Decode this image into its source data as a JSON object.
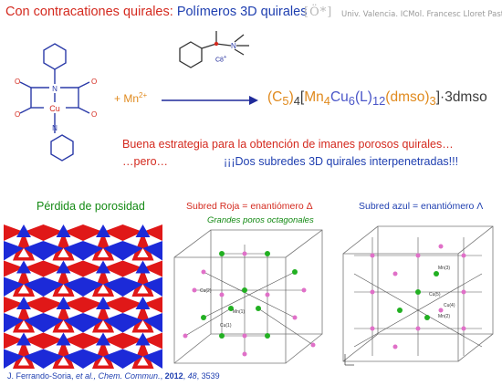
{
  "title": {
    "part1": "Con contracationes quirales: ",
    "part2": "Polímeros 3D quirales"
  },
  "logo_text": "[Ö*]",
  "institution": "Univ. Valencia. ICMol. Francesc Lloret Pastor",
  "reaction": {
    "plus_mn": "+ Mn",
    "mn_charge": "2+",
    "cation_label": "C8",
    "cation_charge": "+",
    "cu_label": "Cu",
    "n_label": "N",
    "o_label": "O",
    "formula": {
      "open1": "(",
      "c": "C",
      "c_sub": "5",
      "close1": ")",
      "sub4": "4",
      "bracket_open": "[",
      "mn": "Mn",
      "mn_sub": "4",
      "cu": "Cu",
      "cu_sub": "6",
      "l_open": "(L)",
      "l_sub": "12",
      "dmso_open": "(dmso)",
      "dmso_sub": "3",
      "bracket_close": "]",
      "tail": "·3dmso"
    }
  },
  "strategy_text": "Buena estrategia para la obtención de imanes porosos quirales…",
  "pero_text": "…pero…",
  "double_text": "¡¡¡Dos subredes 3D quirales interpenetradas!!!",
  "panels": {
    "left_label": "Pérdida de porosidad",
    "mid_label": "Subred Roja = enantiómero  Δ",
    "mid_sublabel": "Grandes poros octagonales",
    "right_label": "Subred azul = enantiómero Λ",
    "mid_atoms": [
      "Cu(2)",
      "Mn(1)",
      "Cu(1)"
    ],
    "right_atoms": [
      "Mn(3)",
      "Cu(5)",
      "Cu(4)",
      "Mn(2)"
    ]
  },
  "citation": {
    "authors": "J. Ferrando-Soria, ",
    "etal": "et al.",
    "journal": ", Chem. Commun.",
    "year": "2012",
    "volume": "48",
    "pages": ", 3539"
  },
  "colors": {
    "red": "#d42a1f",
    "blue": "#1f3fb0",
    "green": "#148a14",
    "orange": "#e08a1e",
    "framework_red": "#e01818",
    "framework_blue": "#1c2ad8"
  }
}
